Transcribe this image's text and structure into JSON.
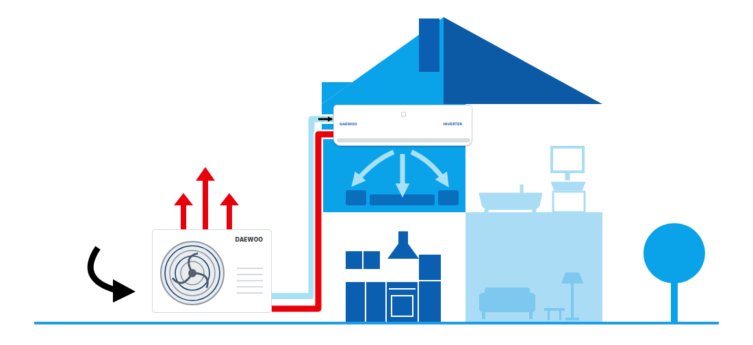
{
  "diagram": {
    "nodes": [
      {
        "text": [
          "DAEWOO"
        ]
      },
      {
        "text": [
          "DAEWOO",
          "INVERTER"
        ]
      }
    ],
    "edges": [
      {
        "from": 0,
        "to": 1,
        "arrow": "to"
      },
      {
        "from": 0,
        "to": 1,
        "arrow": "none"
      }
    ]
  }
}
